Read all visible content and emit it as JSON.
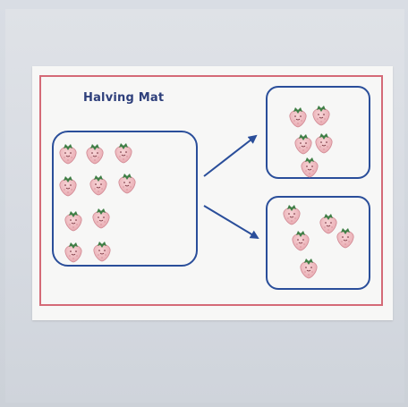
{
  "mat": {
    "title": "Halving Mat",
    "border_color": "#d46a77",
    "box_color": "#2a4e9a"
  },
  "objects": {
    "item": "strawberry",
    "total_count": 10,
    "left_box_count": 10,
    "top_right_box_count": 5,
    "bottom_right_box_count": 5
  },
  "arrows": {
    "count": 2,
    "color": "#2a4e9a"
  }
}
